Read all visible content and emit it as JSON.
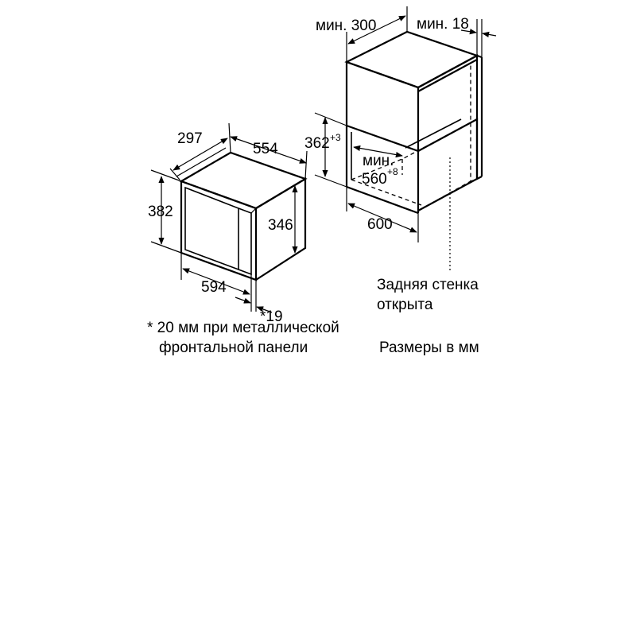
{
  "appliance": {
    "depth_label": "297",
    "width_label": "554",
    "height_label": "382",
    "inner_height_label": "346",
    "front_width_label": "594",
    "front_offset_label": "*19"
  },
  "niche": {
    "min_depth_label": "мин. 300",
    "min_clearance_label": "мин. 18",
    "height_label": "362",
    "height_tolerance": "+3",
    "min_width_prefix": "мин.",
    "min_width_label": "560",
    "min_width_tolerance": "+8",
    "width_label": "600",
    "rear_wall_note_line1": "Задняя стенка",
    "rear_wall_note_line2": "открыта"
  },
  "notes": {
    "footnote_line1": "* 20 мм при металлической",
    "footnote_line2": "фронтальной панели",
    "units": "Размеры в мм"
  }
}
